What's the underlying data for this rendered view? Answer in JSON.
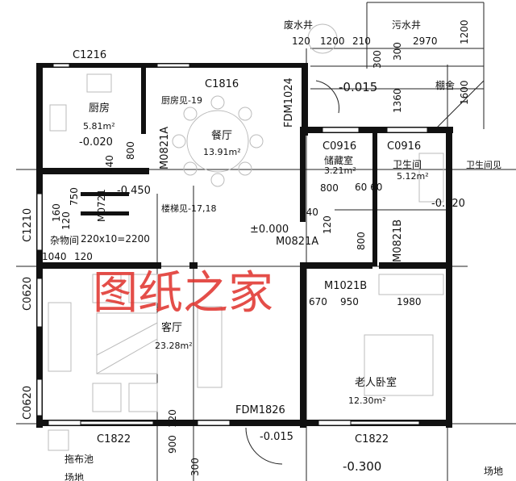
{
  "rooms": {
    "kitchen": {
      "name": "厨房",
      "area": "5.81m²",
      "level": "-0.020",
      "note": "厨房见-19"
    },
    "dining": {
      "name": "餐厅",
      "area": "13.91m²"
    },
    "storage": {
      "name": "储藏室",
      "area": "3.21m²"
    },
    "bathroom": {
      "name": "卫生间",
      "area": "5.12m²",
      "level": "-0.020",
      "note": "卫生间见"
    },
    "utility": {
      "name": "杂物间"
    },
    "living": {
      "name": "客厅",
      "area": "23.28m²"
    },
    "bedroom": {
      "name": "老人卧室",
      "area": "12.30m²"
    },
    "mop_sink": {
      "name": "拖布池"
    },
    "shed": {
      "name": "棚舍"
    },
    "waste_well": {
      "name": "废水井"
    },
    "sewage_well": {
      "name": "污水井"
    },
    "yard": {
      "name": "场地"
    },
    "yard2": {
      "name": "场地"
    }
  },
  "windows_doors": {
    "c1216": "C1216",
    "c1816": "C1816",
    "fdm1024": "FDM1024",
    "m0821a": "M0821A",
    "m0721": "M0721",
    "c0916a": "C0916",
    "c0916b": "C0916",
    "m0821a2": "M0821A",
    "m0821b": "M0821B",
    "m1021b": "M1021B",
    "c1210": "C1210",
    "c0620a": "C0620",
    "c0620b": "C0620",
    "c1822a": "C1822",
    "c1822b": "C1822",
    "fdm1826": "FDM1826"
  },
  "levels": {
    "l1": "-0.015",
    "l2": "-0.450",
    "l3": "±0.000",
    "l4": "-0.015",
    "l5": "-0.300"
  },
  "dims": {
    "d120": "120",
    "d1200": "1200",
    "d210": "210",
    "d2970": "2970",
    "d300a": "300",
    "d300b": "300",
    "d1200v": "1200",
    "d1360": "1360",
    "d1600": "1600",
    "d800a": "800",
    "d240a": "240",
    "d750": "750",
    "d160": "160",
    "d120b": "120",
    "d1040": "1040",
    "d120c": "120",
    "d800b": "800",
    "d6060": "60 60",
    "d240b": "240",
    "d120d": "120",
    "d800c": "800",
    "d670": "670",
    "d950": "950",
    "d1980": "1980",
    "d900": "900",
    "d120e": "120",
    "d300c": "300"
  },
  "stair": {
    "note": "楼梯见-17,18",
    "steps": "220x10=2200"
  },
  "watermark": "图纸之家"
}
